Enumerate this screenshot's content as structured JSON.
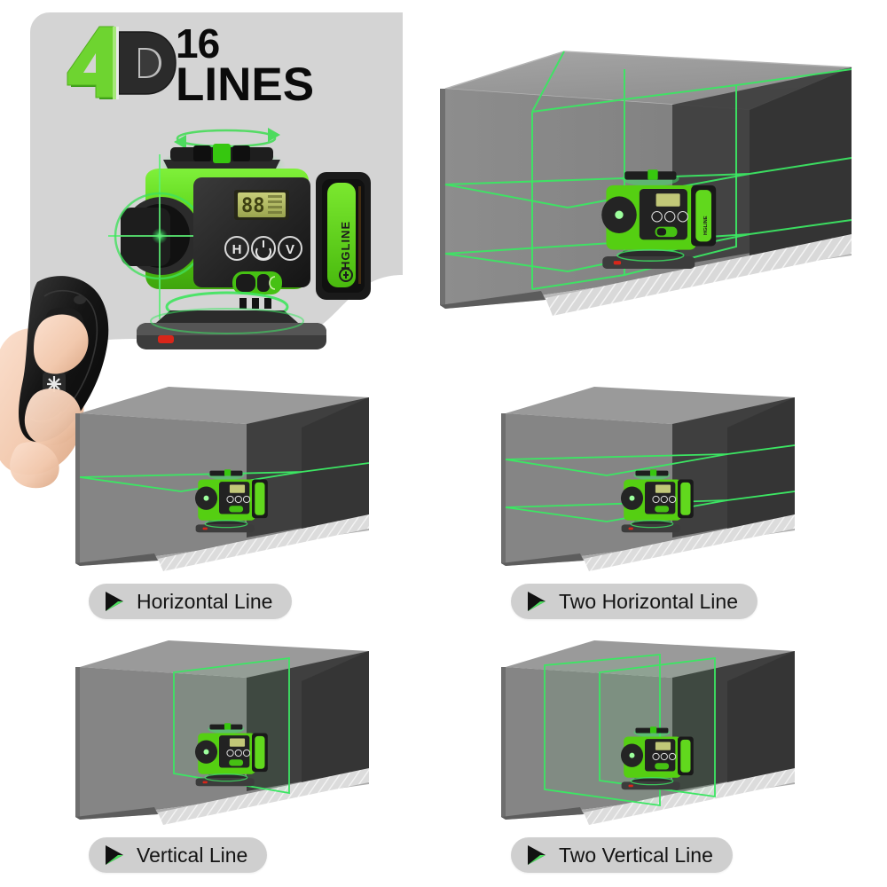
{
  "background_color": "#ffffff",
  "hero": {
    "panel_color": "#d4d4d4",
    "logo": {
      "prefix": "4",
      "suffix": "D",
      "name": "4d-logo",
      "prefix_color": "#62c82e",
      "suffix_color": "#323232"
    },
    "headline": {
      "count": "16",
      "word": "LINES"
    },
    "device": {
      "name": "4d-laser-level",
      "brand": "HGLINE",
      "display_value": "88",
      "body_color": "#5bd31b",
      "panel_color": "#272727",
      "buttons": [
        {
          "label": "H",
          "name": "horizontal-button"
        },
        {
          "label": "⏻",
          "name": "power-button"
        },
        {
          "label": "V",
          "name": "vertical-button"
        }
      ],
      "laser_color": "#3ce663"
    },
    "remote": {
      "name": "remote-control",
      "button_glyph": "✳",
      "body_color": "#141414"
    }
  },
  "rooms": [
    {
      "id": "room-main",
      "name": "room-16-lines",
      "mode": "all",
      "horizontal_planes": 2,
      "vertical_planes": 2,
      "laser_color": "#3ce663",
      "wall_left_color": "#8a8a8a",
      "wall_back_color": "#4a4a4a",
      "wall_right_color": "#3d3d3d",
      "ceiling_color": "#9b9b9b",
      "floor_color": "#a9a9a9"
    },
    {
      "id": "room-hl",
      "name": "room-horizontal-line",
      "mode": "horizontal",
      "horizontal_planes": 1,
      "vertical_planes": 0,
      "caption": "Horizontal Line"
    },
    {
      "id": "room-hl2",
      "name": "room-two-horizontal-line",
      "mode": "horizontal",
      "horizontal_planes": 2,
      "vertical_planes": 0,
      "caption": "Two Horizontal Line"
    },
    {
      "id": "room-vl",
      "name": "room-vertical-line",
      "mode": "vertical",
      "horizontal_planes": 0,
      "vertical_planes": 1,
      "caption": "Vertical Line"
    },
    {
      "id": "room-vl2",
      "name": "room-two-vertical-line",
      "mode": "vertical",
      "horizontal_planes": 0,
      "vertical_planes": 2,
      "caption": "Two Vertical Line"
    }
  ],
  "captions": {
    "horizontal_line": "Horizontal Line",
    "two_horizontal_line": "Two Horizontal Line",
    "vertical_line": "Vertical Line",
    "two_vertical_line": "Two Vertical Line"
  },
  "icons": {
    "play": "play-triangle-icon"
  },
  "colors": {
    "laser_green": "#3ce663",
    "brand_green": "#5bd31b",
    "pill_gray": "#cfcfcf",
    "panel_gray": "#d4d4d4"
  }
}
